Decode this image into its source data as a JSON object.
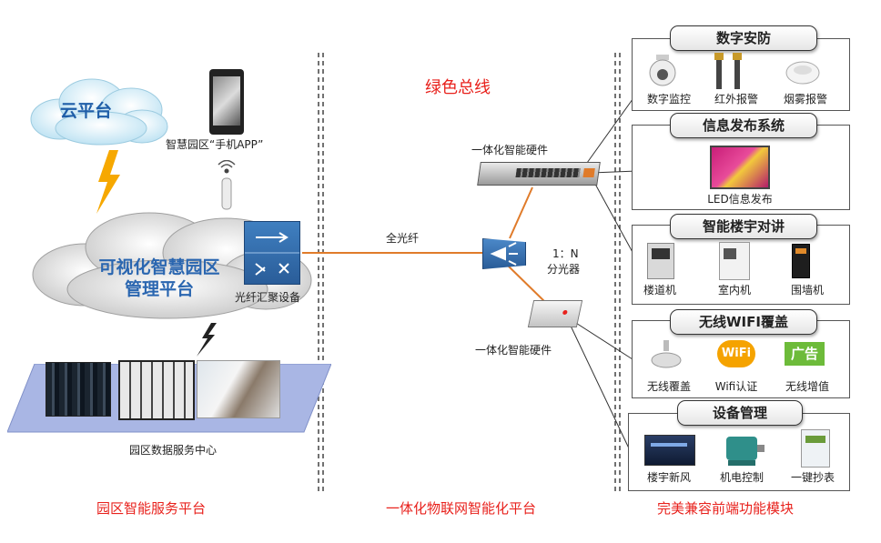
{
  "cloud_platform": {
    "label": "云平台"
  },
  "mobile_app": {
    "label": "智慧园区“手机APP”"
  },
  "central_platform": {
    "label_line1": "可视化智慧园区",
    "label_line2": "管理平台"
  },
  "fiber_aggregation": {
    "label": "光纤汇聚设备"
  },
  "data_center": {
    "label": "园区数据服务中心"
  },
  "green_bus": {
    "label": "绿色总线"
  },
  "fiber_link": {
    "label": "全光纤"
  },
  "splitter": {
    "ratio": "1：N",
    "label": "分光器"
  },
  "hardware_top": {
    "label": "一体化智能硬件"
  },
  "hardware_bottom": {
    "label": "一体化智能硬件"
  },
  "modules": {
    "security": {
      "title": "数字安防",
      "items": [
        "数字监控",
        "红外报警",
        "烟雾报警"
      ]
    },
    "info_release": {
      "title": "信息发布系统",
      "items": [
        "LED信息发布"
      ]
    },
    "intercom": {
      "title": "智能楼宇对讲",
      "items": [
        "楼道机",
        "室内机",
        "围墙机"
      ]
    },
    "wifi": {
      "title": "无线WIFI覆盖",
      "items": [
        "无线覆盖",
        "Wifi认证",
        "无线增值"
      ],
      "wifi_badge": "WiFi",
      "ad_badge": "广告"
    },
    "device_mgmt": {
      "title": "设备管理",
      "items": [
        "楼宇新风",
        "机电控制",
        "一键抄表"
      ]
    }
  },
  "sections": {
    "left": "园区智能服务平台",
    "middle": "一体化物联网智能化平台",
    "right": "完美兼容前端功能模块"
  },
  "colors": {
    "accent_red": "#e8211c",
    "cloud_blue": "#2a66b0",
    "fiber_orange": "#e07b2a",
    "module_border": "#555555"
  }
}
